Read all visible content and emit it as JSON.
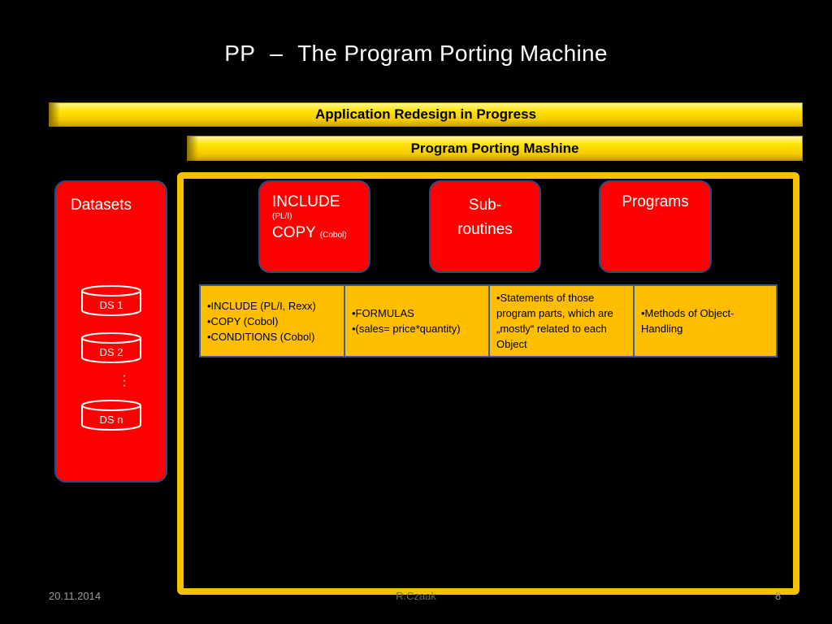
{
  "slide": {
    "title_left": "PP",
    "title_sep": "–",
    "title_right": "The Program Porting Machine"
  },
  "banners": {
    "top": "Application Redesign in Progress",
    "second": "Program Porting Mashine"
  },
  "datasets": {
    "label": "Datasets",
    "items": [
      "DS 1",
      "DS 2",
      "DS n"
    ],
    "ellipsis": "...",
    "icon": "database-cylinder-icon"
  },
  "boxes": {
    "include": {
      "line1": "INCLUDE",
      "line1_small": "(PL/I)",
      "line2": "COPY",
      "line2_small": "(Cobol)"
    },
    "subroutines": {
      "line1": "Sub-",
      "line2": "routines"
    },
    "programs": {
      "label": "Programs"
    }
  },
  "table": {
    "cells": [
      [
        "•INCLUDE (PL/I, Rexx)",
        "•COPY (Cobol)",
        "•CONDITIONS (Cobol)"
      ],
      [
        "•FORMULAS",
        "•(sales= price*quantity)"
      ],
      [
        "•Statements of those program parts, which are „mostly“ related to each Object"
      ],
      [
        "•Methods of Object-Handling"
      ]
    ]
  },
  "footer": {
    "date": "20.11.2014",
    "author": "R.Czaak",
    "page": "8"
  },
  "colors": {
    "background": "#000000",
    "banner_yellow": "#ffe400",
    "frame_yellow": "#f5c200",
    "box_red": "#ff0000",
    "box_border": "#2f4a7a",
    "table_fill": "#ffbf00"
  }
}
